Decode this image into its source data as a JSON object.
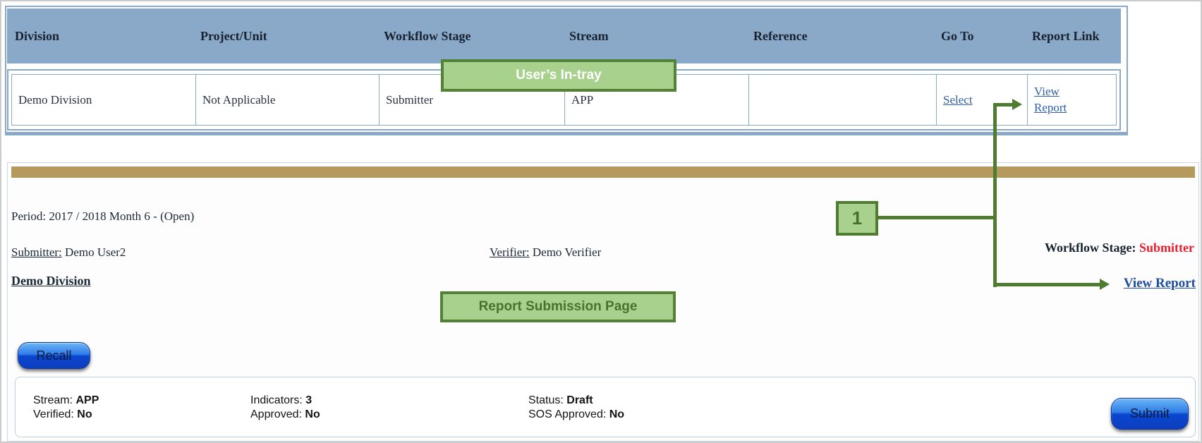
{
  "colors": {
    "header_blue": "#8aa8c7",
    "table_border": "#8aa8c7",
    "green_fill": "#a9d18e",
    "green_border": "#538135",
    "green_line": "#4e7c31",
    "tan_bar": "#b49a5c",
    "link_blue": "#2e5fad",
    "bold_link_blue": "#1d4f9e",
    "stage_red": "#ec1c2d",
    "button_blue_top": "#6cb6f5",
    "button_blue_bottom": "#0d3fbf"
  },
  "intray_table": {
    "columns": [
      "Division",
      "Project/Unit",
      "Workflow Stage",
      "Stream",
      "Reference",
      "Go To",
      "Report Link"
    ],
    "row": {
      "division": "Demo Division",
      "project_unit": "Not Applicable",
      "workflow_stage": "Submitter",
      "stream": "APP",
      "reference": "",
      "go_to_link": "Select",
      "report_link": "View Report"
    }
  },
  "annotations": {
    "intray_label": "User’s In-tray",
    "submission_label": "Report Submission Page",
    "step_number": "1"
  },
  "submission_page": {
    "period_label": "Period:",
    "period_value": "2017 / 2018 Month 6 - (Open)",
    "submitter_label": "Submitter:",
    "submitter_value": "Demo User2",
    "verifier_label": "Verifier:",
    "verifier_value": "Demo Verifier",
    "workflow_stage_label": "Workflow Stage:",
    "workflow_stage_value": "Submitter",
    "division_link": "Demo Division",
    "view_report_link": "View Report",
    "recall_button": "Recall",
    "submit_button": "Submit",
    "status_card": {
      "items": [
        {
          "label": "Stream:",
          "value": "APP"
        },
        {
          "label": "Verified:",
          "value": "No"
        },
        {
          "label": "Indicators:",
          "value": "3"
        },
        {
          "label": "Approved:",
          "value": "No"
        },
        {
          "label": "Status:",
          "value": "Draft"
        },
        {
          "label": "SOS Approved:",
          "value": "No"
        }
      ]
    }
  }
}
